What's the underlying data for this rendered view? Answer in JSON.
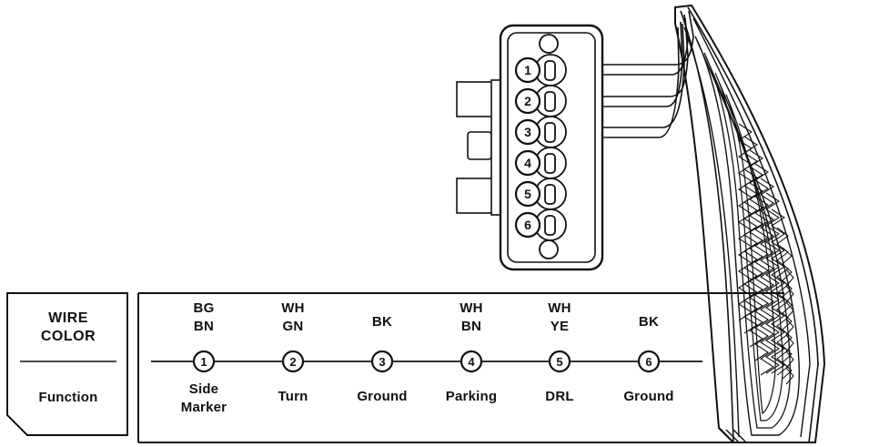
{
  "diagram": {
    "title": "Taillight Connector Wiring Diagram",
    "background_color": "#ffffff",
    "line_color": "#111111"
  },
  "legend": {
    "header_line1": "WIRE",
    "header_line2": "COLOR",
    "function_label": "Function"
  },
  "connector": {
    "name": "6-pin taillight connector",
    "pin_count": 6,
    "pin_numbers": [
      "1",
      "2",
      "3",
      "4",
      "5",
      "6"
    ],
    "wired_pins": [
      "1",
      "2",
      "3"
    ],
    "latch_tab_count": 3,
    "alignment_hole_count": 2
  },
  "lamp": {
    "name": "taillight-assembly",
    "description": "LED taillight lens with chevron pattern"
  },
  "table": {
    "columns": [
      {
        "pin": "1",
        "color_line1": "BG",
        "color_line2": "BN",
        "function_line1": "Side",
        "function_line2": "Marker"
      },
      {
        "pin": "2",
        "color_line1": "WH",
        "color_line2": "GN",
        "function_line1": "Turn",
        "function_line2": ""
      },
      {
        "pin": "3",
        "color_line1": "BK",
        "color_line2": "",
        "function_line1": "Ground",
        "function_line2": ""
      },
      {
        "pin": "4",
        "color_line1": "WH",
        "color_line2": "BN",
        "function_line1": "Parking",
        "function_line2": ""
      },
      {
        "pin": "5",
        "color_line1": "WH",
        "color_line2": "YE",
        "function_line1": "DRL",
        "function_line2": ""
      },
      {
        "pin": "6",
        "color_line1": "BK",
        "color_line2": "",
        "function_line1": "Ground",
        "function_line2": ""
      }
    ]
  }
}
